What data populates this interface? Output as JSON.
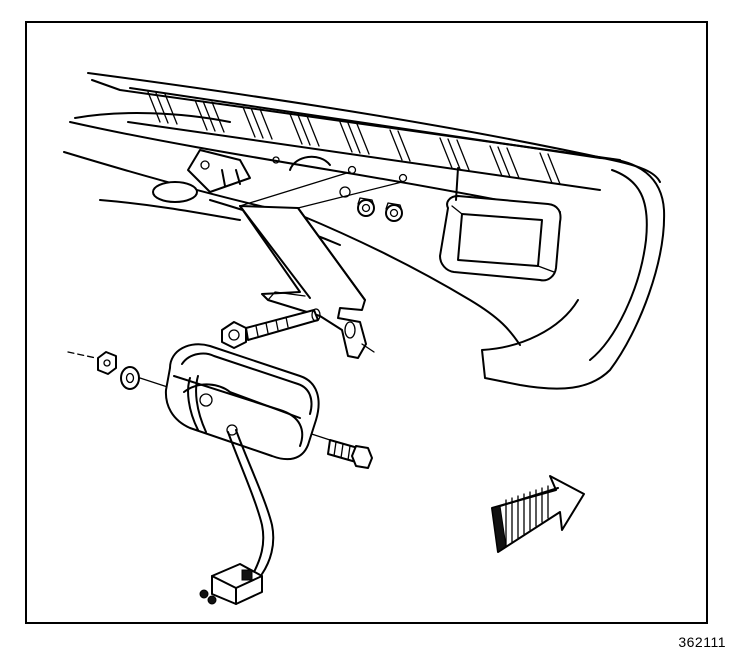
{
  "figure": {
    "id_label": "362111",
    "border_color": "#000000",
    "background_color": "#ffffff"
  },
  "parts": [
    "rear-bumper",
    "fog-lamp-bracket",
    "bracket-bolt",
    "fog-lamp",
    "lamp-mounting-bolt",
    "nut",
    "washer",
    "lamp-wiring-connector",
    "front-direction-arrow"
  ]
}
